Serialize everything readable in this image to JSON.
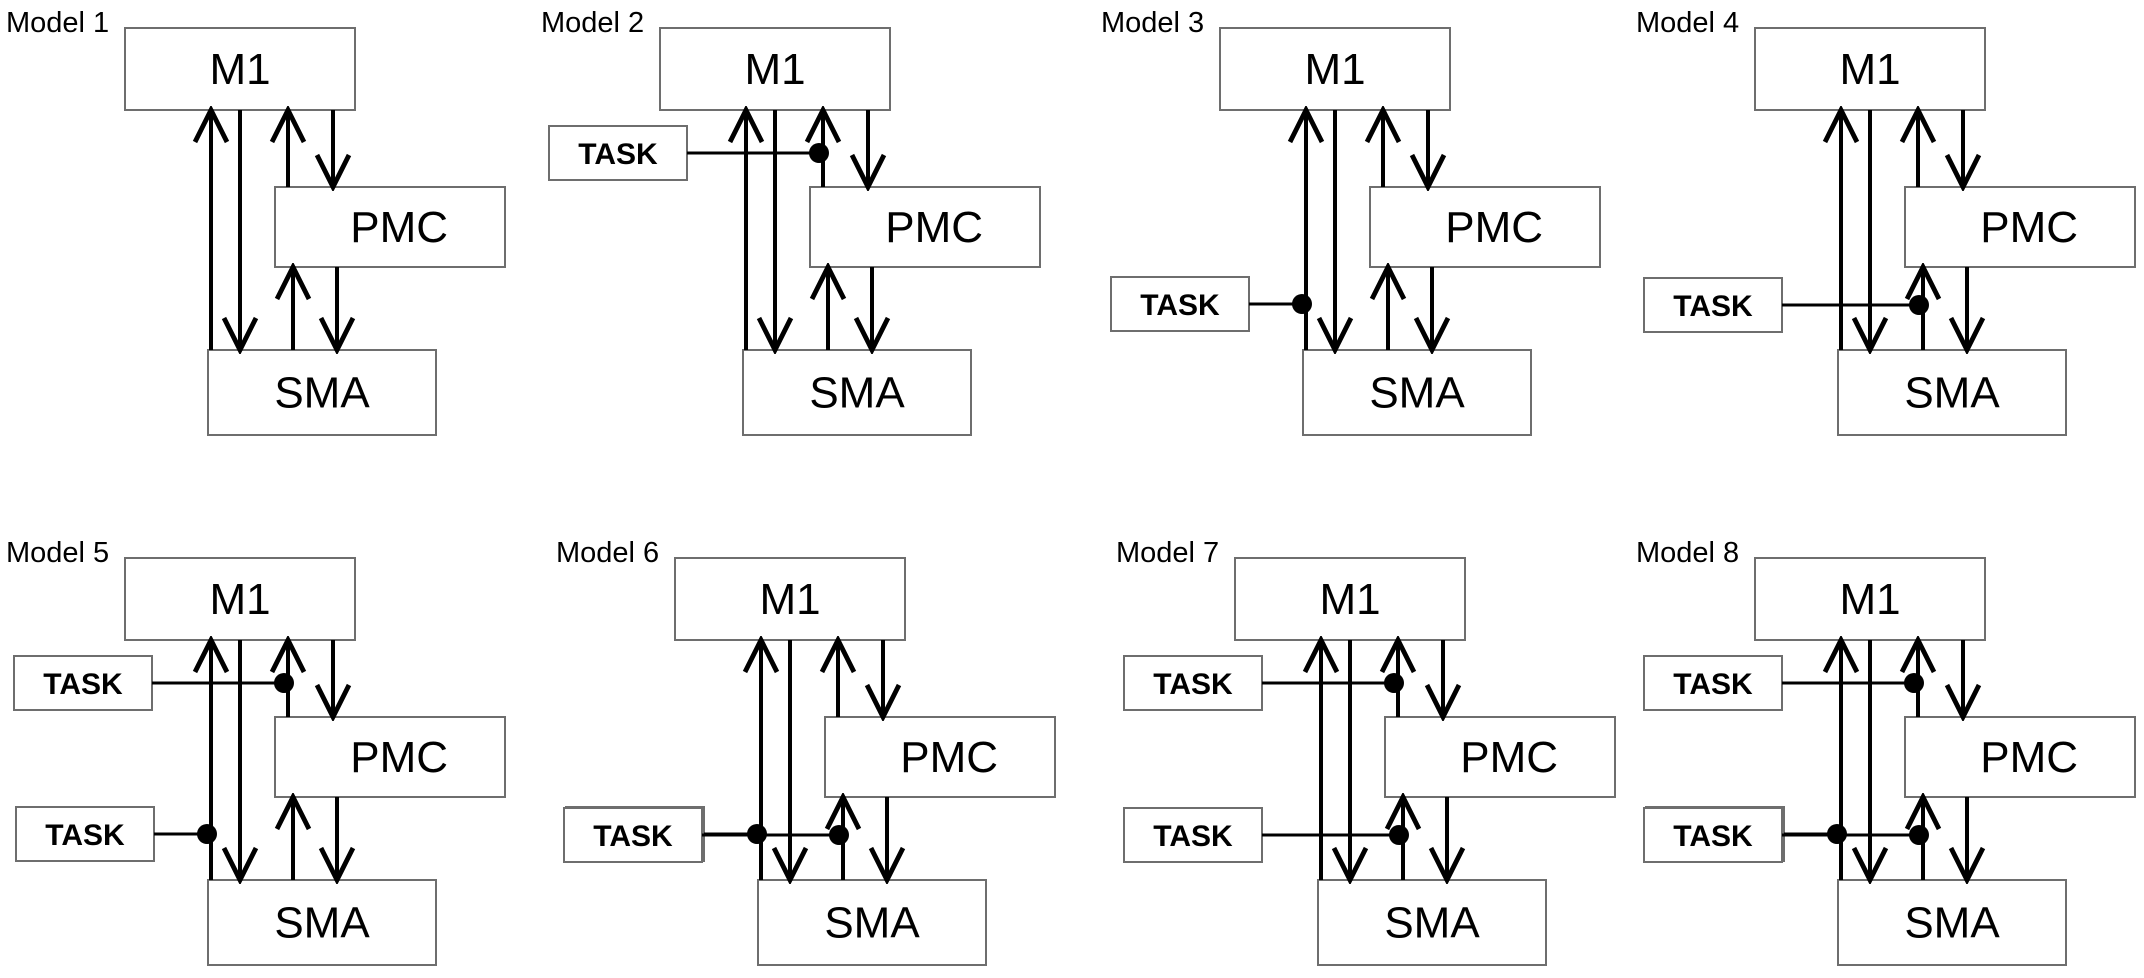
{
  "nodes": {
    "m1": "M1",
    "pmc": "PMC",
    "sma": "SMA"
  },
  "task_label": "TASK",
  "models": [
    {
      "title": "Model 1",
      "tasks": []
    },
    {
      "title": "Model 2",
      "tasks": [
        {
          "label": "TASK",
          "target": "pmc_to_m1"
        }
      ]
    },
    {
      "title": "Model 3",
      "tasks": [
        {
          "label": "TASK",
          "target": "sma_to_m1"
        }
      ]
    },
    {
      "title": "Model 4",
      "tasks": [
        {
          "label": "TASK",
          "target": "sma_to_pmc"
        }
      ]
    },
    {
      "title": "Model 5",
      "tasks": [
        {
          "label": "TASK",
          "target": "pmc_to_m1"
        },
        {
          "label": "TASK",
          "target": "sma_to_m1"
        }
      ]
    },
    {
      "title": "Model 6",
      "tasks": [
        {
          "label": "TASK",
          "target": "sma_to_m1"
        },
        {
          "label": "TASK",
          "target": "sma_to_pmc"
        }
      ]
    },
    {
      "title": "Model 7",
      "tasks": [
        {
          "label": "TASK",
          "target": "pmc_to_m1"
        },
        {
          "label": "TASK",
          "target": "sma_to_pmc"
        }
      ]
    },
    {
      "title": "Model 8",
      "tasks": [
        {
          "label": "TASK",
          "target": "pmc_to_m1"
        },
        {
          "label": "TASK",
          "target": "sma_to_m1"
        },
        {
          "label": "TASK",
          "target": "sma_to_pmc"
        }
      ]
    }
  ],
  "connections": [
    {
      "from": "SMA",
      "to": "M1",
      "id": "sma_to_m1"
    },
    {
      "from": "M1",
      "to": "SMA",
      "id": "m1_to_sma"
    },
    {
      "from": "PMC",
      "to": "M1",
      "id": "pmc_to_m1"
    },
    {
      "from": "M1",
      "to": "PMC",
      "id": "m1_to_pmc"
    },
    {
      "from": "SMA",
      "to": "PMC",
      "id": "sma_to_pmc"
    },
    {
      "from": "PMC",
      "to": "SMA",
      "id": "pmc_to_sma"
    }
  ]
}
